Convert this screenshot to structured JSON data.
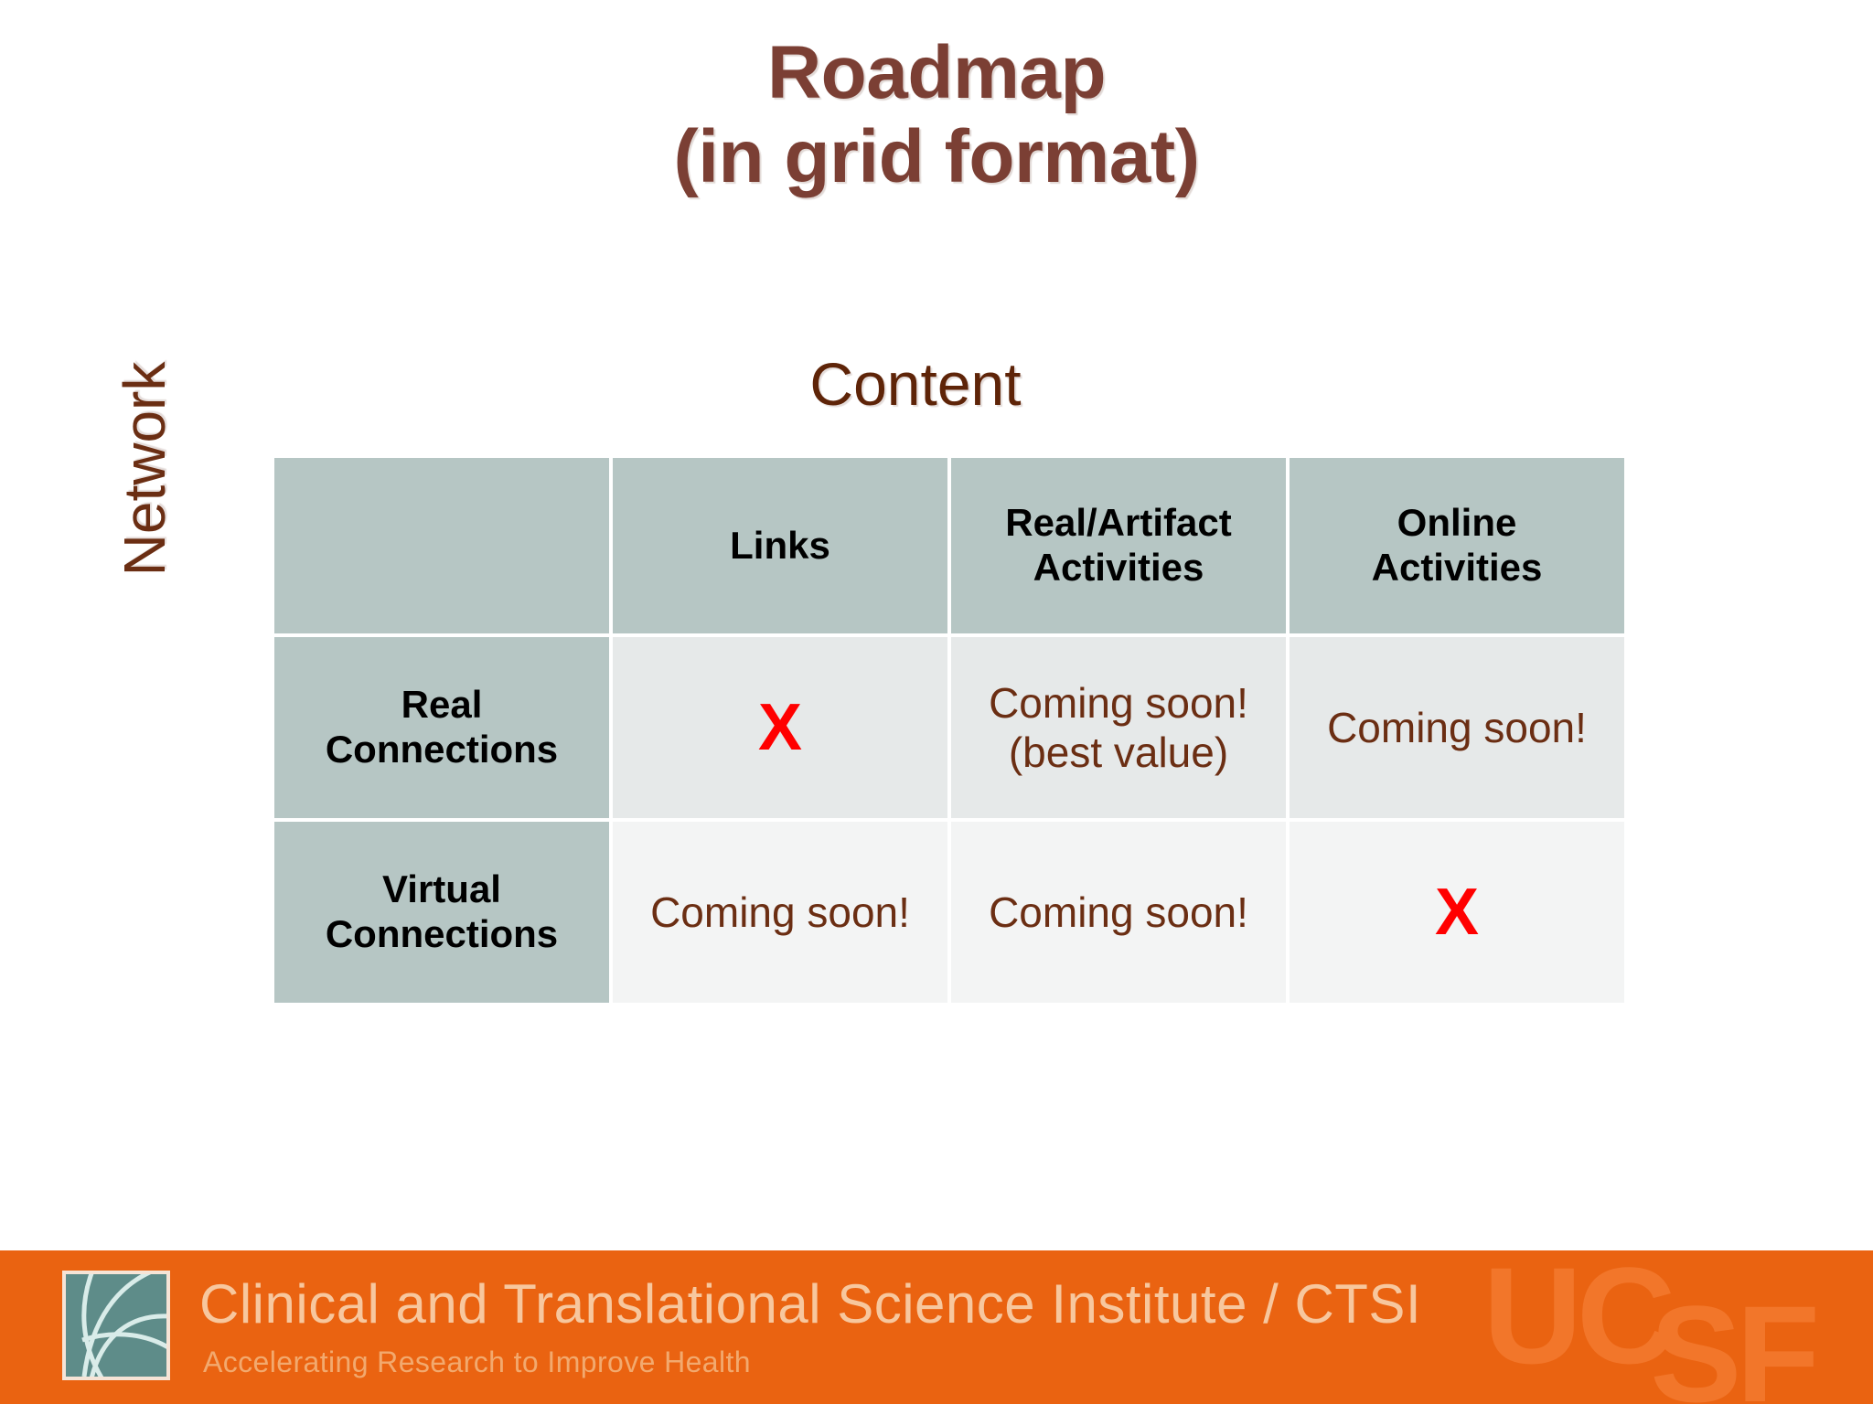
{
  "slide": {
    "title_line1": "Roadmap",
    "title_line2": "(in grid format)",
    "title_color": "#7B3F34"
  },
  "axes": {
    "column_axis_label": "Content",
    "row_axis_label": "Network",
    "label_color": "#5E2408"
  },
  "grid": {
    "corner_label": "",
    "column_headers": [
      "Links",
      "Real/Artifact Activities",
      "Online Activities"
    ],
    "column_headers_wrapped": [
      [
        "Links"
      ],
      [
        "Real/Artifact",
        "Activities"
      ],
      [
        "Online",
        "Activities"
      ]
    ],
    "rows": [
      {
        "header_wrapped": [
          "Real",
          "Connections"
        ],
        "header": "Real Connections",
        "cells": [
          {
            "type": "mark",
            "text": "X"
          },
          {
            "type": "text",
            "lines": [
              "Coming soon!",
              "(best value)"
            ]
          },
          {
            "type": "text",
            "lines": [
              "Coming soon!"
            ]
          }
        ]
      },
      {
        "header_wrapped": [
          "Virtual",
          "Connections"
        ],
        "header": "Virtual Connections",
        "cells": [
          {
            "type": "text",
            "lines": [
              "Coming soon!"
            ]
          },
          {
            "type": "text",
            "lines": [
              "Coming soon!"
            ]
          },
          {
            "type": "mark",
            "text": "X"
          }
        ]
      }
    ],
    "colors": {
      "header_fill": "#B6C6C4",
      "row_header_fill": "#B6C6C4",
      "row1_data_fill": "#E6E9E9",
      "row2_data_fill": "#F3F4F4",
      "header_text": "#000000",
      "data_text": "#6B2E13",
      "mark_color": "#FF0000"
    }
  },
  "footer": {
    "wordmark": "Clinical and Translational Science Institute / CTSI",
    "tagline": "Accelerating Research to Improve Health",
    "watermark_uc": "UC",
    "watermark_sf": "SF",
    "bar_color": "#EA6311",
    "logo_fill": "#5E8C89",
    "wordmark_color": "#F7C79E",
    "tagline_color": "#F2A96E"
  }
}
